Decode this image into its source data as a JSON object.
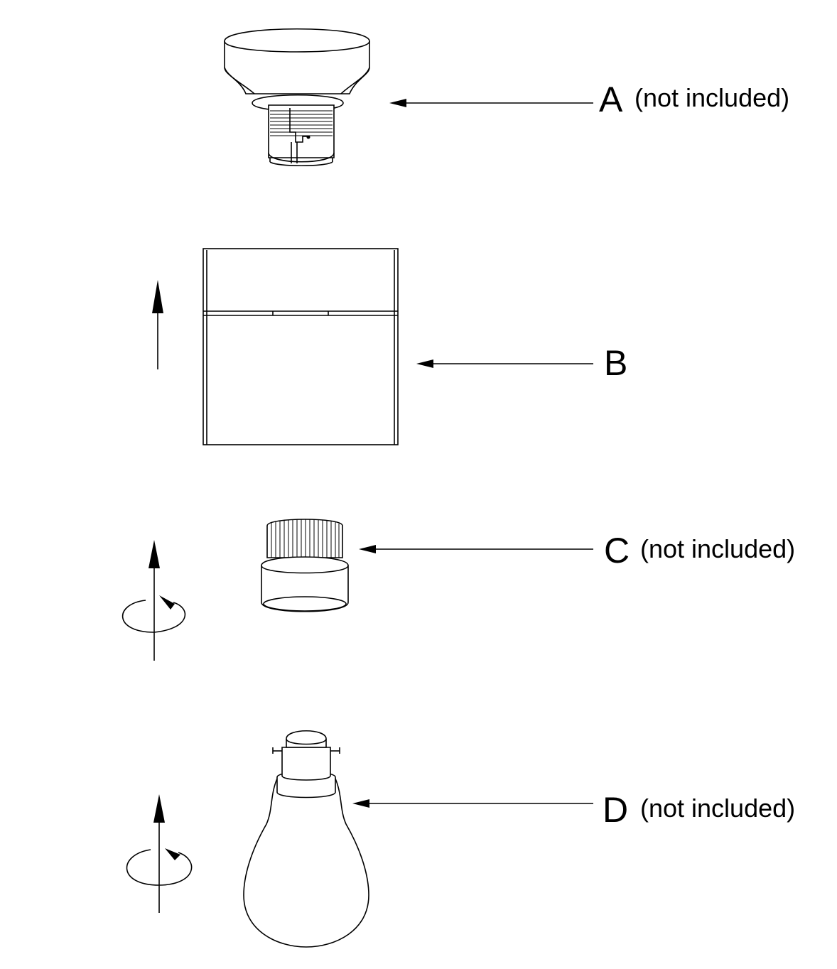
{
  "labels": {
    "a": {
      "letter": "A",
      "note": "(not included)"
    },
    "b": {
      "letter": "B",
      "note": ""
    },
    "c": {
      "letter": "C",
      "note": "(not included)"
    },
    "d": {
      "letter": "D",
      "note": "(not included)"
    }
  },
  "parts": {
    "a": "ceiling-rose-with-bayonet-lampholder",
    "b": "drum-lampshade",
    "c": "shade-ring",
    "d": "bayonet-cap-light-bulb"
  },
  "icons": {
    "up": "up-arrow-icon",
    "rotate": "rotate-clockwise-icon"
  },
  "colors": {
    "line": "#000000",
    "background": "#ffffff"
  }
}
